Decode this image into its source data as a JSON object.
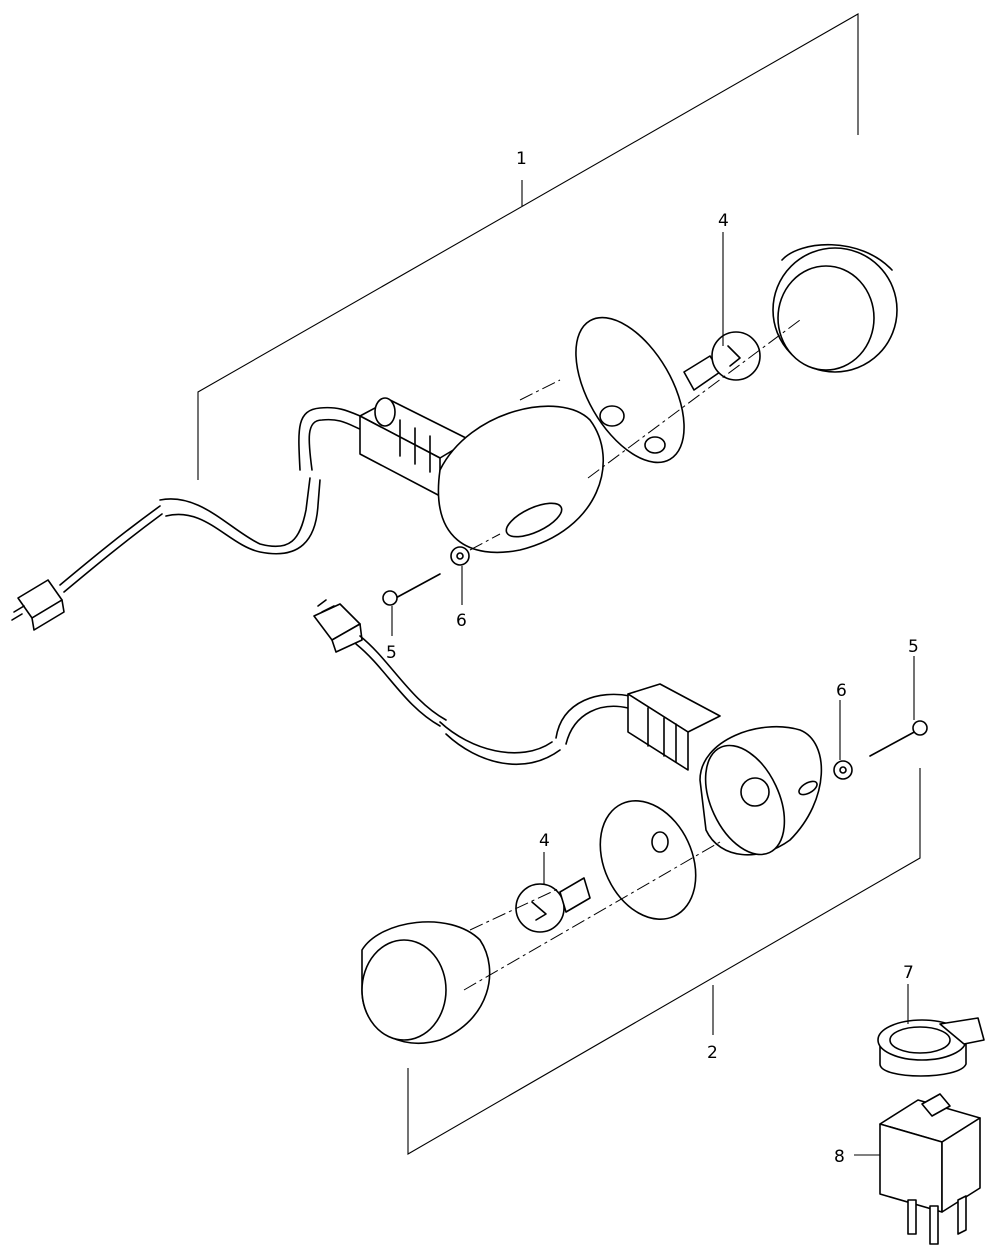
{
  "callouts": {
    "c1": "1",
    "c2": "2",
    "c4a": "4",
    "c4b": "4",
    "c5a": "5",
    "c5b": "5",
    "c6a": "6",
    "c6b": "6",
    "c7": "7",
    "c8": "8"
  },
  "colors": {
    "line": "#000000",
    "background": "#ffffff"
  }
}
